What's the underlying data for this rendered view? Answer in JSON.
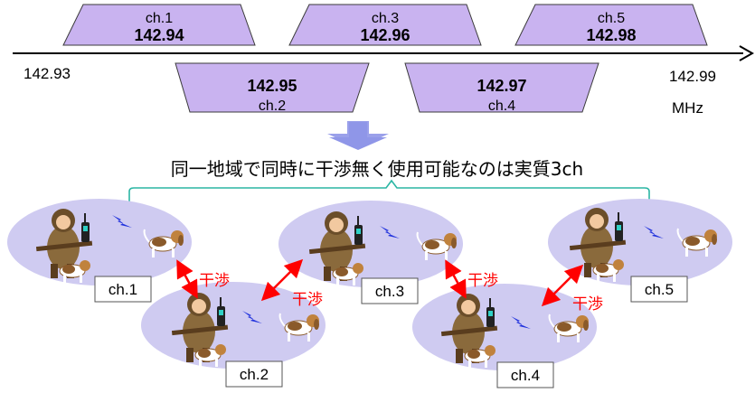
{
  "axis": {
    "left_value": "142.93",
    "right_value": "142.99",
    "unit": "MHz"
  },
  "channels": [
    {
      "id": "ch.1",
      "freq": "142.94",
      "row": "upper"
    },
    {
      "id": "ch.2",
      "freq": "142.95",
      "row": "lower"
    },
    {
      "id": "ch.3",
      "freq": "142.96",
      "row": "upper"
    },
    {
      "id": "ch.4",
      "freq": "142.97",
      "row": "lower"
    },
    {
      "id": "ch.5",
      "freq": "142.98",
      "row": "upper"
    }
  ],
  "summary_text": "同一地域で同時に干渉無く使用可能なのは実質3ch",
  "interference_label": "干渉",
  "groups": [
    {
      "channel_label": "ch.1"
    },
    {
      "channel_label": "ch.2"
    },
    {
      "channel_label": "ch.3"
    },
    {
      "channel_label": "ch.4"
    },
    {
      "channel_label": "ch.5"
    }
  ],
  "colors": {
    "channel_fill": "#c9b3f0",
    "channel_stroke": "#3b3b3b",
    "ellipse_fill": "#cfcbf1",
    "arrow_down": "#8f96e8",
    "bracket": "#2bb6a4",
    "interference": "#ff0000",
    "radio_wave": "#2233dd"
  }
}
